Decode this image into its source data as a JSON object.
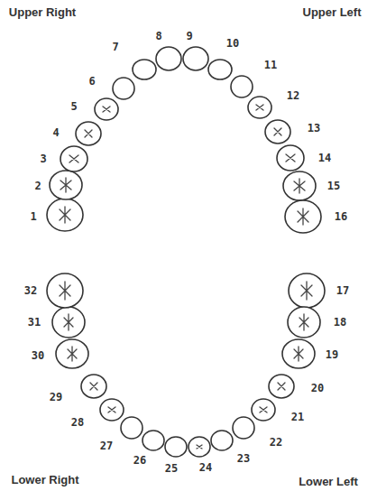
{
  "diagram": {
    "labels": [
      "Upper Right",
      "Upper Left",
      "1",
      "2",
      "3",
      "4",
      "5",
      "6",
      "7",
      "8",
      "9",
      "10",
      "11",
      "12",
      "13",
      "14",
      "15",
      "16",
      "17",
      "18",
      "19",
      "20",
      "21",
      "22",
      "23",
      "24",
      "25",
      "26",
      "27",
      "28",
      "29",
      "30",
      "31",
      "32",
      "Lower Right",
      "Lower Left"
    ]
  }
}
